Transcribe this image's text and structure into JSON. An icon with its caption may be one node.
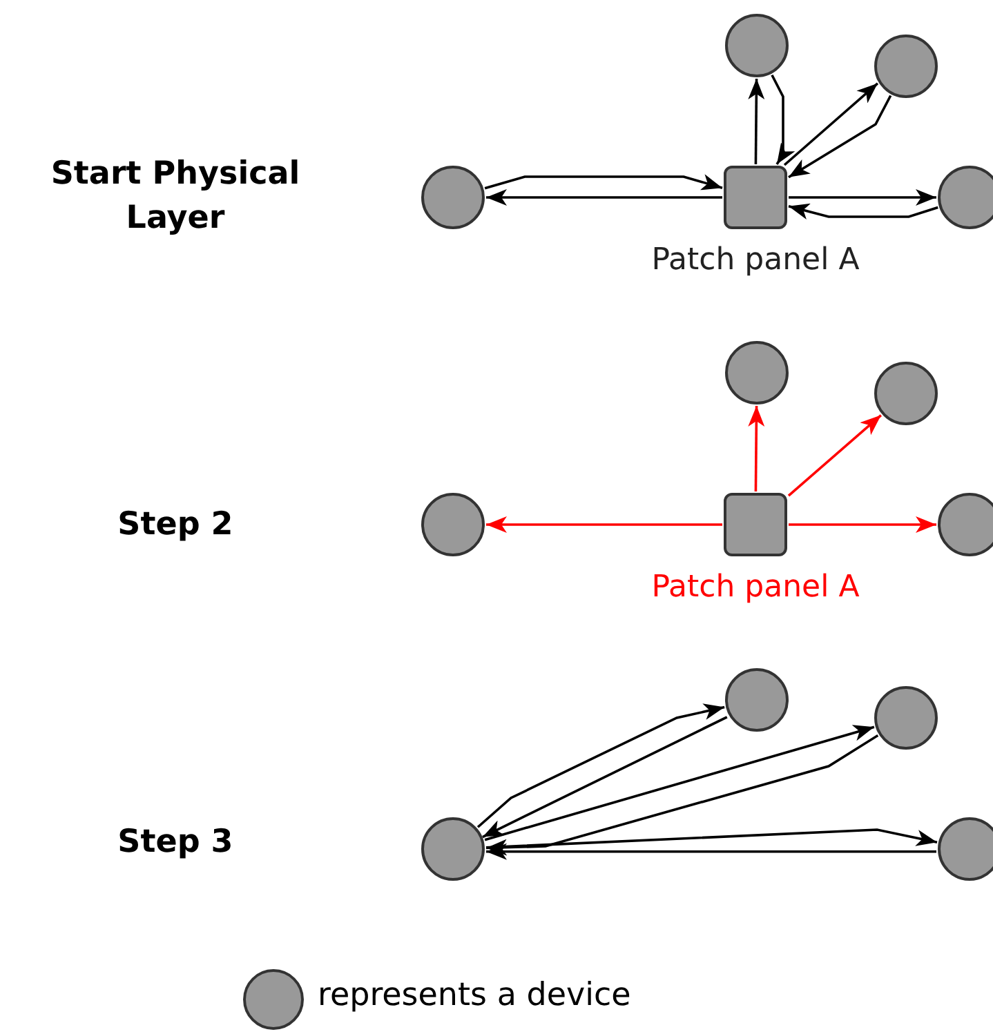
{
  "diagram": {
    "nodes": [
      {
        "text": [],
        "shape": "circle"
      },
      {
        "text": [],
        "shape": "box",
        "beside": [
          "Patch panel A"
        ]
      },
      {
        "text": [],
        "shape": "circle"
      },
      {
        "text": [],
        "shape": "circle"
      },
      {
        "text": [],
        "shape": "circle"
      },
      {
        "text": [],
        "shape": "circle"
      },
      {
        "text": [],
        "shape": "box",
        "beside": [
          "Patch panel A"
        ]
      },
      {
        "text": [],
        "shape": "circle"
      },
      {
        "text": [],
        "shape": "circle"
      },
      {
        "text": [],
        "shape": "circle"
      },
      {
        "text": [],
        "shape": "circle"
      },
      {
        "text": [],
        "shape": "circle"
      },
      {
        "text": [],
        "shape": "circle"
      },
      {
        "text": [],
        "shape": "circle"
      }
    ],
    "edges": [
      {
        "from": 0,
        "to": 1,
        "arrow": "to"
      },
      {
        "from": 1,
        "to": 0,
        "arrow": "to"
      },
      {
        "from": 1,
        "to": 2,
        "arrow": "to"
      },
      {
        "from": 2,
        "to": 1,
        "arrow": "to"
      },
      {
        "from": 1,
        "to": 3,
        "arrow": "to"
      },
      {
        "from": 3,
        "to": 1,
        "arrow": "to"
      },
      {
        "from": 1,
        "to": 4,
        "arrow": "to"
      },
      {
        "from": 4,
        "to": 1,
        "arrow": "to"
      },
      {
        "from": 6,
        "to": 5,
        "arrow": "to",
        "color": "#ff0000"
      },
      {
        "from": 6,
        "to": 7,
        "arrow": "to",
        "color": "#ff0000"
      },
      {
        "from": 6,
        "to": 8,
        "arrow": "to",
        "color": "#ff0000"
      },
      {
        "from": 6,
        "to": 9,
        "arrow": "to",
        "color": "#ff0000"
      },
      {
        "from": 10,
        "to": 11,
        "arrow": "to"
      },
      {
        "from": 11,
        "to": 10,
        "arrow": "to"
      },
      {
        "from": 10,
        "to": 12,
        "arrow": "to"
      },
      {
        "from": 12,
        "to": 10,
        "arrow": "to"
      },
      {
        "from": 10,
        "to": 13,
        "arrow": "to"
      },
      {
        "from": 13,
        "to": 10,
        "arrow": "to"
      }
    ],
    "labels": [
      "Start Physical Layer",
      "Step 2",
      "Step 3"
    ],
    "legend": [
      {
        "text": "represents a device"
      }
    ]
  }
}
